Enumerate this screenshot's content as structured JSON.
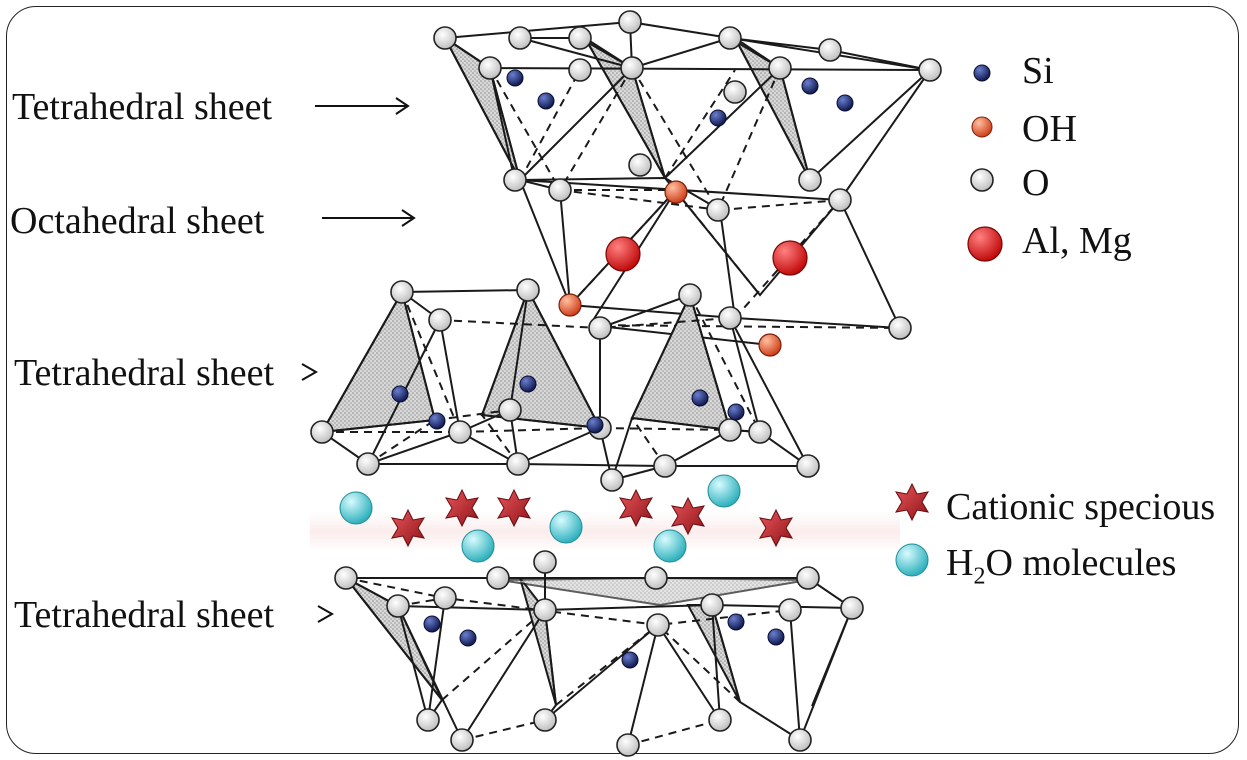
{
  "labels": {
    "tetra_top": "Tetrahedral sheet",
    "octa": "Octahedral sheet",
    "tetra_mid": "Tetrahedral sheet",
    "tetra_bottom": "Tetrahedral sheet"
  },
  "legend": {
    "si": "Si",
    "oh": "OH",
    "o": "O",
    "al_mg": "Al, Mg",
    "cation": "Cationic specious",
    "water_prefix": "H",
    "water_sub": "2",
    "water_suffix": "O molecules"
  },
  "colors": {
    "si": "#1a2a6e",
    "oh": "#e8603a",
    "o": "#e4e4e4",
    "al_mg": "#e01b1b",
    "cation": "#c0262c",
    "water": "#5fcfd6",
    "shade": "#bdbdbd"
  }
}
